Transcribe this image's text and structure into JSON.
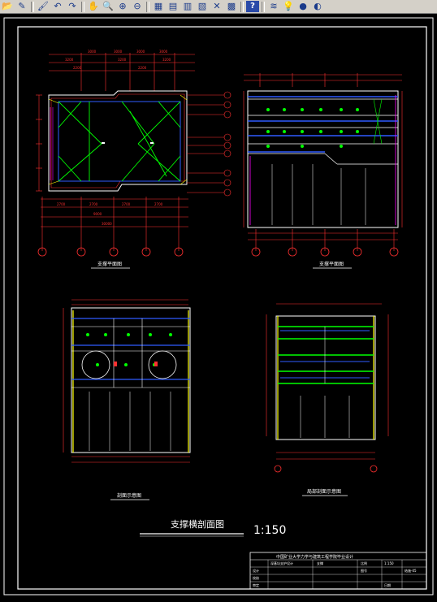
{
  "toolbar": {
    "buttons": [
      {
        "name": "open-icon",
        "glyph": "📂"
      },
      {
        "name": "pencil-icon",
        "glyph": "✎"
      },
      {
        "name": "brush-icon",
        "glyph": "🖌"
      },
      {
        "name": "undo-icon",
        "glyph": "↶"
      },
      {
        "name": "redo-icon",
        "glyph": "↷"
      },
      {
        "name": "pan-icon",
        "glyph": "✋"
      },
      {
        "name": "zoom-realtime-icon",
        "glyph": "🔍"
      },
      {
        "name": "zoom-window-icon",
        "glyph": "⊕"
      },
      {
        "name": "zoom-previous-icon",
        "glyph": "⊖"
      },
      {
        "name": "properties-icon",
        "glyph": "▦"
      },
      {
        "name": "design-center-icon",
        "glyph": "▤"
      },
      {
        "name": "tool-palette-icon",
        "glyph": "▥"
      },
      {
        "name": "sheet-set-icon",
        "glyph": "▧"
      },
      {
        "name": "markup-icon",
        "glyph": "✕"
      },
      {
        "name": "calculator-icon",
        "glyph": "▩"
      },
      {
        "name": "help-icon",
        "glyph": "?"
      },
      {
        "name": "layers-icon",
        "glyph": "≋"
      },
      {
        "name": "bulb-icon",
        "glyph": "💡"
      },
      {
        "name": "sun-icon",
        "glyph": "●"
      },
      {
        "name": "layer-state-icon",
        "glyph": "◐"
      }
    ]
  },
  "drawing": {
    "view_titles": {
      "plan_left": "支撑平面图",
      "plan_right": "支撑平面图",
      "section_left": "剖面示意图",
      "section_right": "局部剖面示意图"
    },
    "main_title": "支撑横剖面图",
    "scale": "1:150",
    "axis_labels_bottom_left": [
      "①",
      "②",
      "③",
      "④",
      "⑤"
    ],
    "axis_labels_bottom_right": [
      "①",
      "②",
      "③",
      "④",
      "⑤"
    ],
    "axis_labels_side": [
      "Ⓐ",
      "Ⓑ",
      "Ⓒ",
      "Ⓓ",
      "Ⓔ",
      "Ⓕ",
      "Ⓖ",
      "Ⓗ",
      "Ⓘ"
    ],
    "title_block": {
      "header": "中国矿业大学力学与建筑工程学院毕业设计",
      "cells": [
        "深基坑支护设计",
        "支撑",
        "比例",
        "1:150",
        "图号",
        "结施-05",
        "设计",
        "校核",
        "审定",
        "日期"
      ]
    }
  },
  "colors": {
    "outline": "#ffffff",
    "dims": "#ff3030",
    "support": "#00ff00",
    "wall": "#ffff00",
    "beam": "#2f5bff",
    "pile": "#ff00ff",
    "text": "#ffffff",
    "grid": "#00c8ff"
  }
}
